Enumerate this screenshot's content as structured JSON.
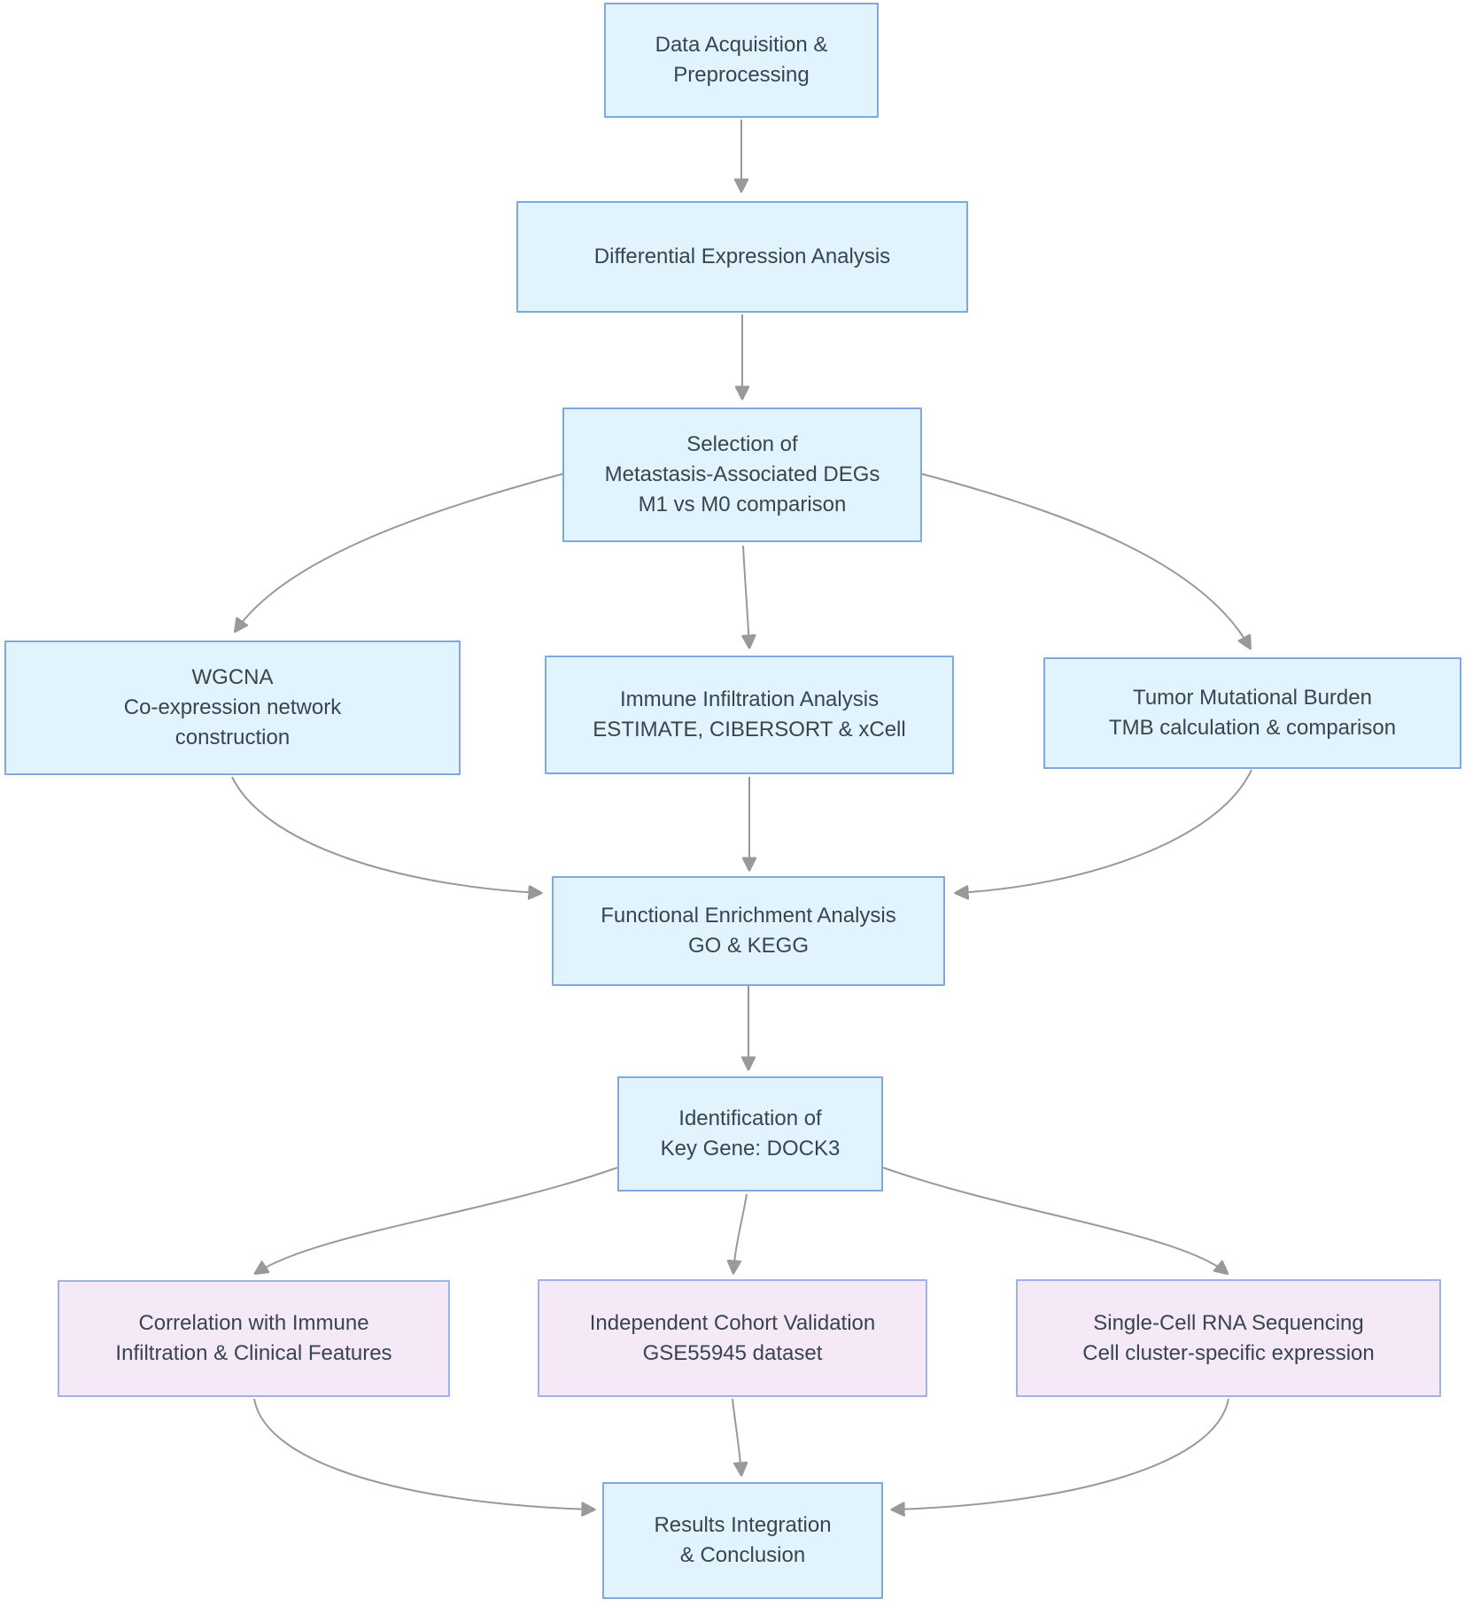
{
  "diagram": {
    "type": "flowchart",
    "direction": "top-down",
    "colors": {
      "node_fill_blue": "#e1f3fc",
      "node_border_blue": "#7fa8dc",
      "node_fill_pink": "#f5e9f7",
      "node_border_pink": "#9db3e8",
      "arrow": "#999999",
      "text": "#384451"
    },
    "nodes": [
      {
        "id": "data-acquisition",
        "type": "blue",
        "lines": [
          "Data Acquisition &",
          "Preprocessing"
        ]
      },
      {
        "id": "differential-expression",
        "type": "blue",
        "lines": [
          "Differential Expression Analysis"
        ]
      },
      {
        "id": "deg-selection",
        "type": "blue",
        "lines": [
          "Selection of",
          "Metastasis-Associated DEGs",
          "M1 vs M0 comparison"
        ]
      },
      {
        "id": "wgcna",
        "type": "blue",
        "lines": [
          "WGCNA",
          "Co-expression network",
          "construction"
        ]
      },
      {
        "id": "immune-infiltration",
        "type": "blue",
        "lines": [
          "Immune Infiltration Analysis",
          "ESTIMATE, CIBERSORT & xCell"
        ]
      },
      {
        "id": "tmb",
        "type": "blue",
        "lines": [
          "Tumor Mutational Burden",
          "TMB calculation & comparison"
        ]
      },
      {
        "id": "functional-enrichment",
        "type": "blue",
        "lines": [
          "Functional Enrichment Analysis",
          "GO & KEGG"
        ]
      },
      {
        "id": "key-gene",
        "type": "blue",
        "lines": [
          "Identification of",
          "Key Gene: DOCK3"
        ]
      },
      {
        "id": "immune-correlation",
        "type": "pink",
        "lines": [
          "Correlation with Immune",
          "Infiltration & Clinical Features"
        ]
      },
      {
        "id": "cohort-validation",
        "type": "pink",
        "lines": [
          "Independent Cohort Validation",
          "GSE55945 dataset"
        ]
      },
      {
        "id": "scrna",
        "type": "pink",
        "lines": [
          "Single-Cell RNA Sequencing",
          "Cell cluster-specific expression"
        ]
      },
      {
        "id": "results",
        "type": "blue",
        "lines": [
          "Results Integration",
          "& Conclusion"
        ]
      }
    ],
    "edges": [
      {
        "from": "data-acquisition",
        "to": "differential-expression"
      },
      {
        "from": "differential-expression",
        "to": "deg-selection"
      },
      {
        "from": "deg-selection",
        "to": "wgcna"
      },
      {
        "from": "deg-selection",
        "to": "immune-infiltration"
      },
      {
        "from": "deg-selection",
        "to": "tmb"
      },
      {
        "from": "wgcna",
        "to": "functional-enrichment"
      },
      {
        "from": "immune-infiltration",
        "to": "functional-enrichment"
      },
      {
        "from": "tmb",
        "to": "functional-enrichment"
      },
      {
        "from": "functional-enrichment",
        "to": "key-gene"
      },
      {
        "from": "key-gene",
        "to": "immune-correlation"
      },
      {
        "from": "key-gene",
        "to": "cohort-validation"
      },
      {
        "from": "key-gene",
        "to": "scrna"
      },
      {
        "from": "immune-correlation",
        "to": "results"
      },
      {
        "from": "cohort-validation",
        "to": "results"
      },
      {
        "from": "scrna",
        "to": "results"
      }
    ]
  }
}
